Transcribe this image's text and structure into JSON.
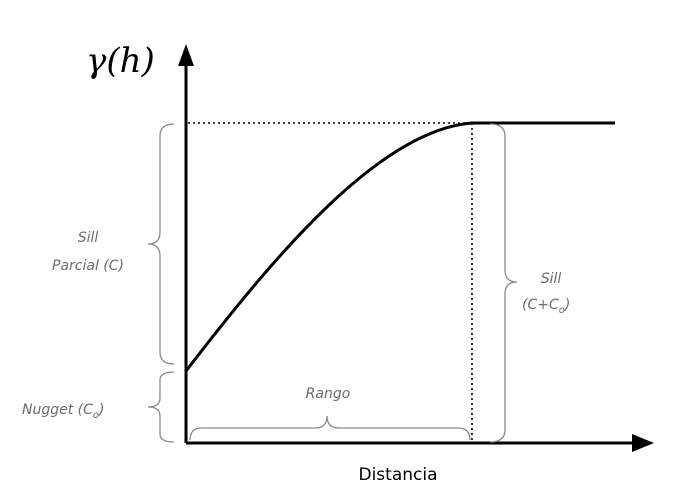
{
  "y_axis_label": "γ(h)",
  "x_axis_label": "Distancia",
  "labels": {
    "sill_partial_line1": "Sill",
    "sill_partial_line2": "Parcial (C)",
    "nugget_main": "Nugget (C",
    "nugget_sub": "o",
    "nugget_close": ")",
    "sill_total_line1": "Sill",
    "sill_total_main": "(C+C",
    "sill_total_sub": "o",
    "sill_total_close": ")",
    "range": "Rango"
  },
  "colors": {
    "curve": "#000000",
    "annotation": "#6b6b6b",
    "axis": "#000000"
  }
}
